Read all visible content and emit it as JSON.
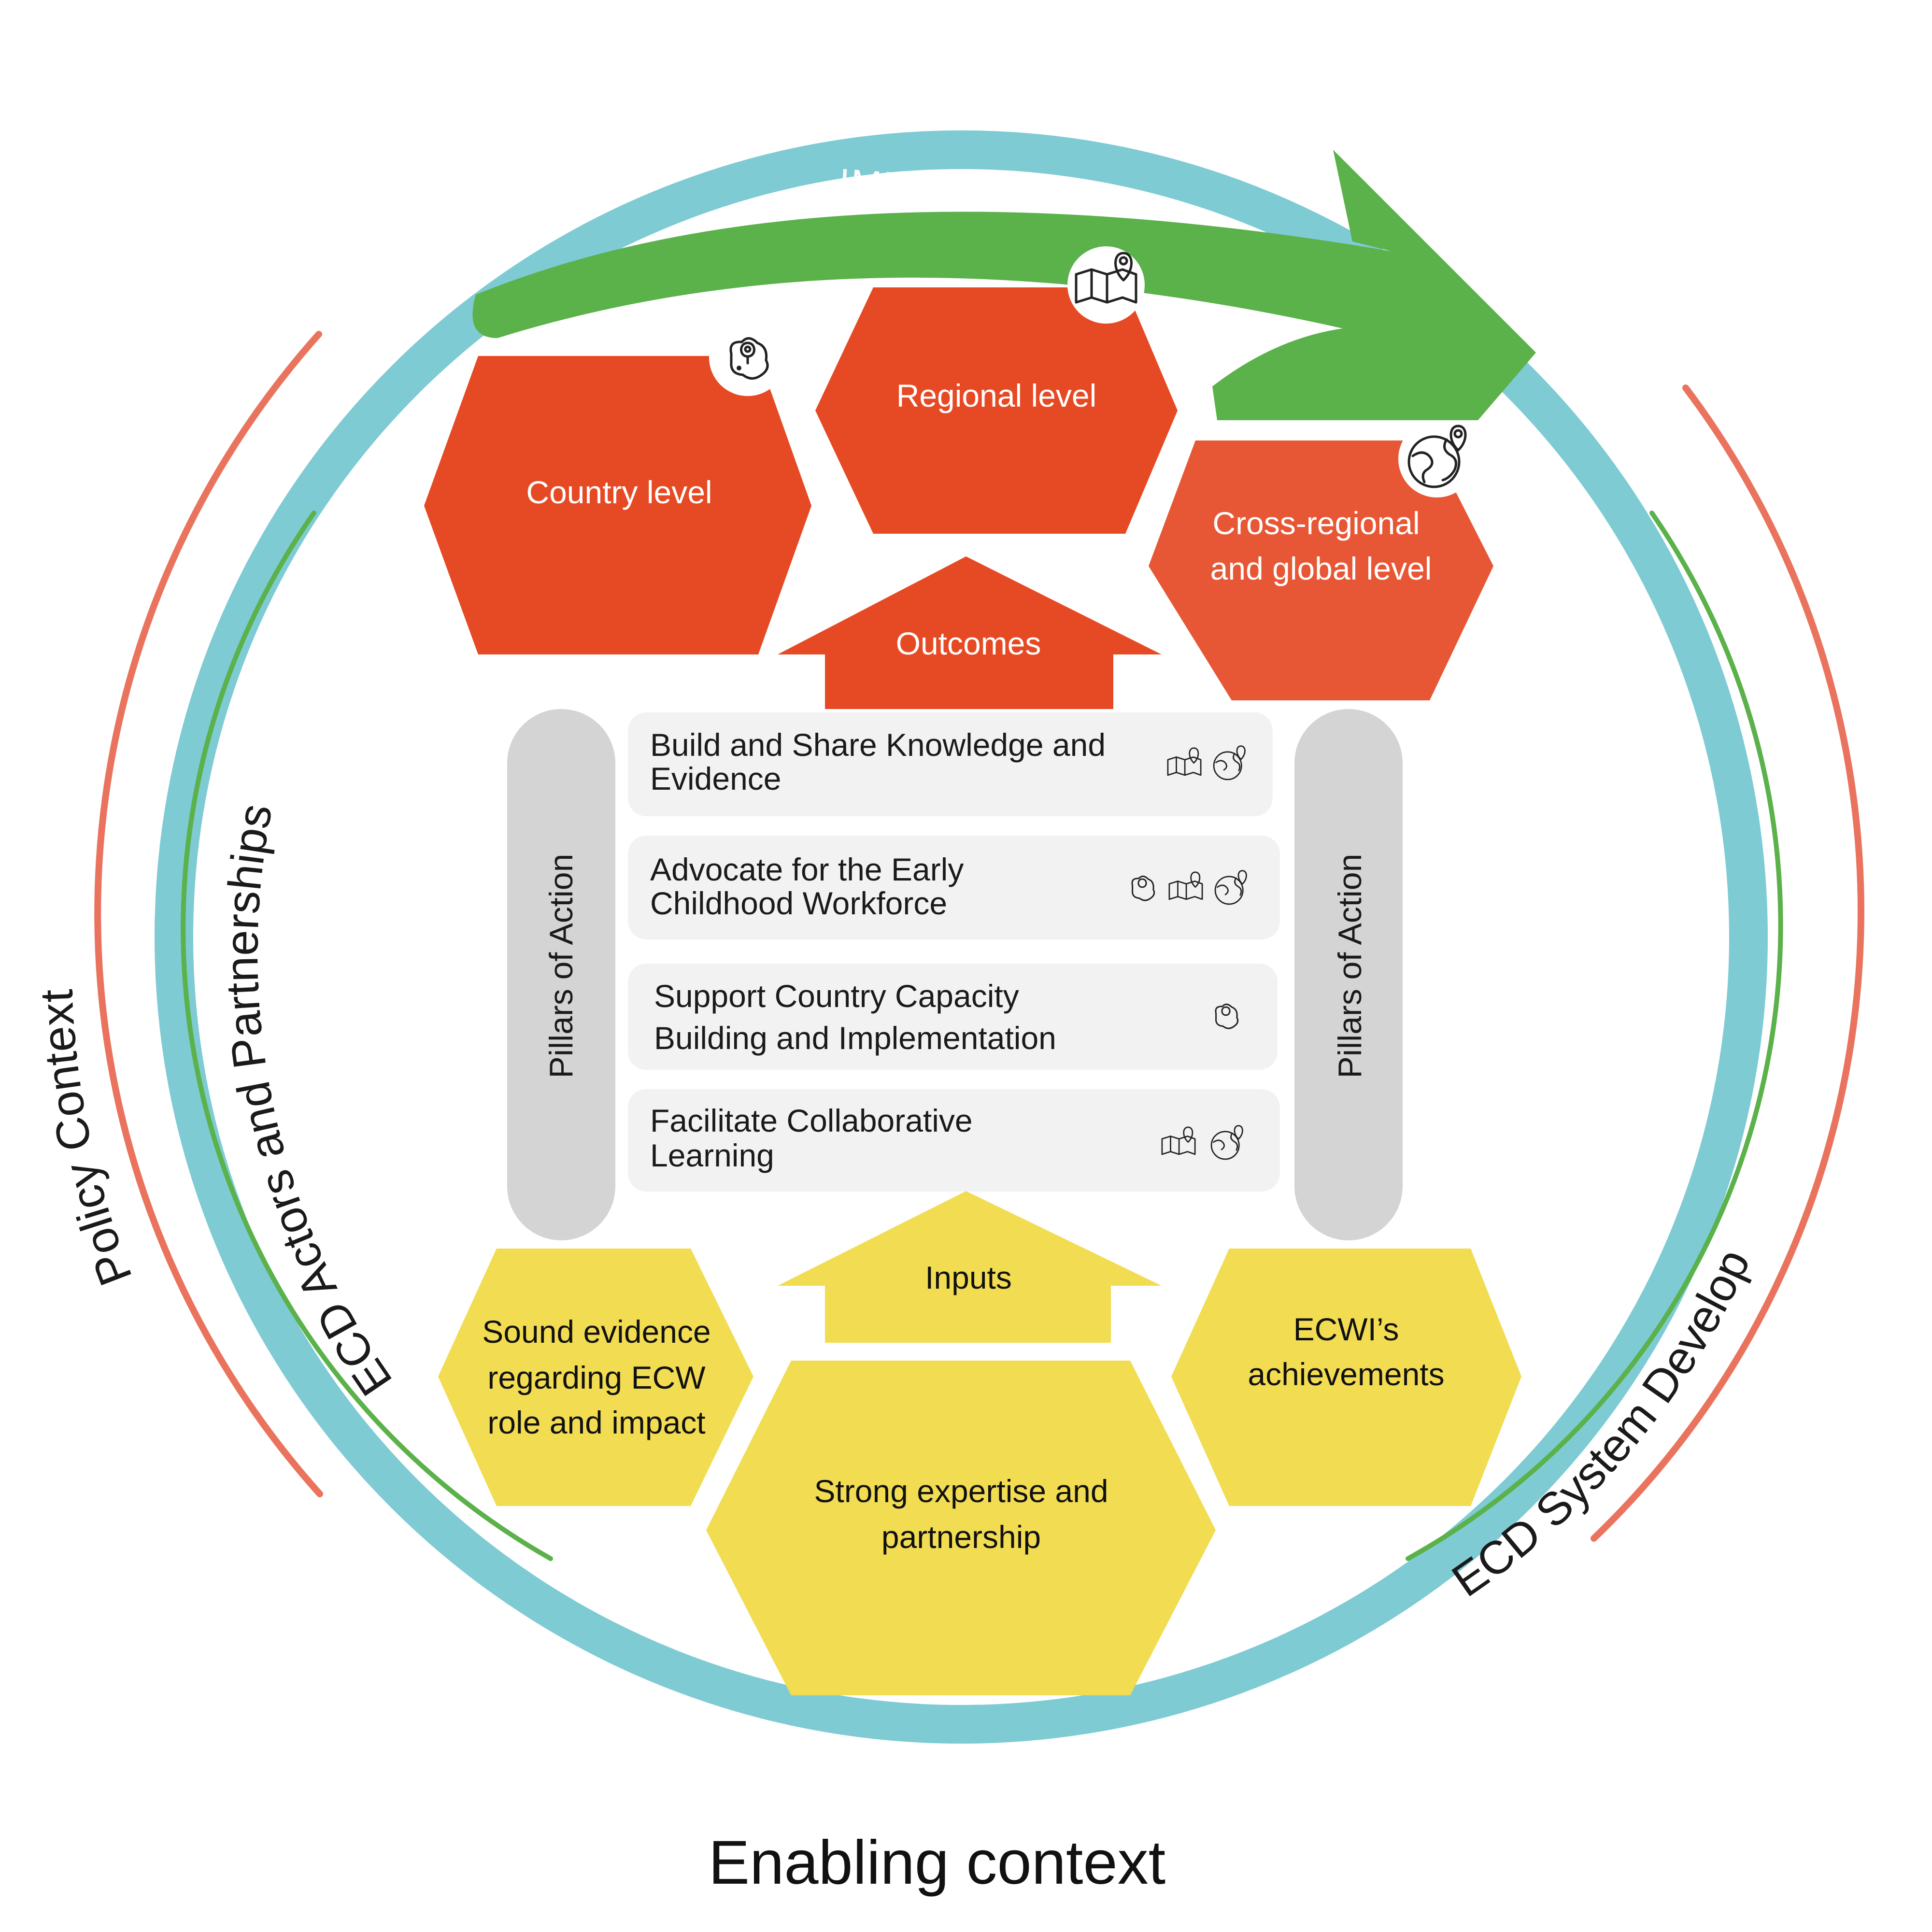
{
  "title": "Enabling context",
  "contexts": {
    "policy": "Policy Context",
    "actors": "ECD Actors and Partnerships",
    "system": "ECD System Development"
  },
  "impact": {
    "label": "IMPACT"
  },
  "impact_levels": {
    "country": "Country level",
    "regional": "Regional level",
    "global_line1": "Cross-regional",
    "global_line2": "and global level"
  },
  "outcomes": {
    "label": "Outcomes"
  },
  "inputs": {
    "label": "Inputs"
  },
  "pillars": {
    "left_label": "Pillars of Action",
    "right_label": "Pillars of Action",
    "rows": [
      {
        "line1": "Build and Share Knowledge and",
        "line2": "Evidence",
        "icons": [
          "regional-map-icon",
          "globe-pin-icon"
        ]
      },
      {
        "line1": "Advocate for the Early",
        "line2": "Childhood Workforce",
        "icons": [
          "country-pin-icon",
          "regional-map-icon",
          "globe-pin-icon"
        ]
      },
      {
        "line1": "Support Country Capacity",
        "line2": "Building and Implementation",
        "icons": [
          "country-pin-icon"
        ]
      },
      {
        "line1": "Facilitate Collaborative",
        "line2": "Learning",
        "icons": [
          "regional-map-icon",
          "globe-pin-icon"
        ]
      }
    ]
  },
  "inputs_hexes": {
    "evidence_line1": "Sound evidence",
    "evidence_line2": "regarding ECW",
    "evidence_line3": "role and impact",
    "expertise_line1": "Strong expertise and",
    "expertise_line2": "partnership",
    "achievements_line1": "ECWI’s",
    "achievements_line2": "achievements"
  },
  "colors": {
    "ring_teal": "#7ecbd4",
    "context_coral": "#ea735e",
    "actors_green": "#5bb14a",
    "impact_green": "#5bb14a",
    "impact_red_dark": "#e64a24",
    "impact_red_light": "#e85735",
    "input_yellow": "#f2dc52",
    "pillar_gray": "#d4d4d4",
    "row_gray": "#f2f2f2"
  }
}
